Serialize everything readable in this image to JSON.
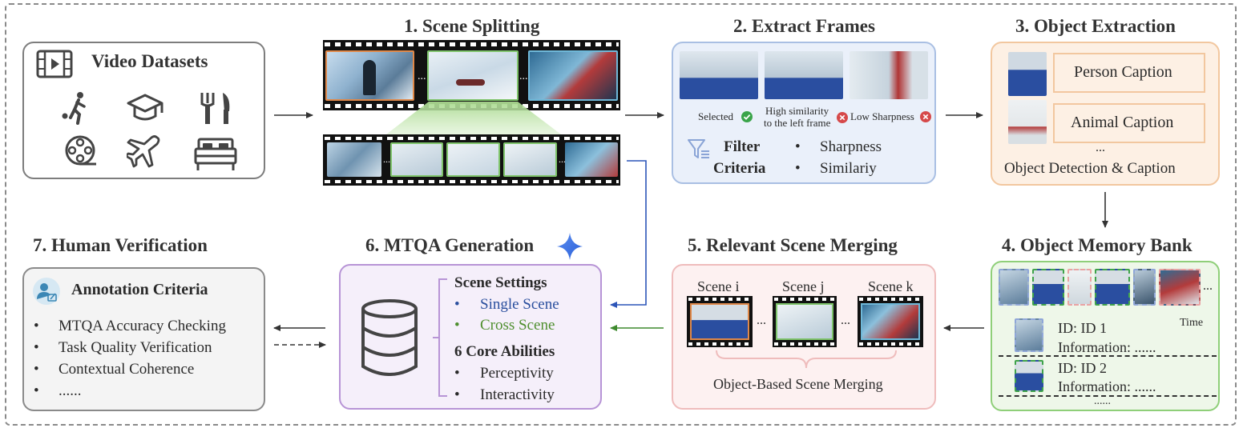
{
  "step1": {
    "title": "1. Scene Splitting",
    "ellipsis_a": "...",
    "ellipsis_b": "...",
    "ellipsis_c": "...",
    "ellipsis_d": "..."
  },
  "video": {
    "title": "Video Datasets",
    "icons": [
      "film-icon",
      "sports-icon",
      "education-icon",
      "food-icon",
      "movie-reel-icon",
      "travel-icon",
      "home-icon"
    ]
  },
  "step2": {
    "title": "2. Extract Frames",
    "selected": "Selected",
    "high_sim_line1": "High similarity",
    "high_sim_line2": "to the left frame",
    "low_sharp": "Low Sharpness",
    "filter_line1": "Filter",
    "filter_line2": "Criteria",
    "criteria": [
      "Sharpness",
      "Similariy"
    ]
  },
  "step3": {
    "title": "3. Object Extraction",
    "person_caption": "Person Caption",
    "animal_caption": "Animal Caption",
    "dots": "...",
    "footer": "Object Detection & Caption"
  },
  "step4": {
    "title": "4. Object Memory Bank",
    "timeline_dots": "...",
    "time_label": "Time",
    "entry1_id": "ID: ID 1",
    "entry1_info": "Information: ......",
    "entry2_id": "ID: ID 2",
    "entry2_info": "Information: ......",
    "more": "......"
  },
  "step5": {
    "title": "5. Relevant Scene Merging",
    "scenes": [
      "Scene i",
      "Scene j",
      "Scene k"
    ],
    "dots_a": "...",
    "dots_b": "...",
    "footer": "Object-Based Scene Merging"
  },
  "step6": {
    "title": "6. MTQA Generation",
    "settings_title": "Scene Settings",
    "single": "Single Scene",
    "cross": "Cross Scene",
    "abilities_title": "6 Core Abilities",
    "ability1": "Perceptivity",
    "ability2": "Interactivity"
  },
  "step7": {
    "title": "7. Human Verification",
    "criteria_title": "Annotation Criteria",
    "items": [
      "MTQA Accuracy Checking",
      "Task Quality Verification",
      "Contextual Coherence",
      "......"
    ]
  },
  "colors": {
    "blue_panel": "#eaf0fa",
    "blue_border": "#a9bfe3",
    "orange_panel": "#fdf0e4",
    "orange_border": "#f2c79f",
    "green_panel": "#eef7e9",
    "green_border": "#8fcf79",
    "pink_panel": "#fdf1f1",
    "pink_border": "#efbcbc",
    "purple_panel": "#f5effa",
    "purple_border": "#b794d6",
    "gray_panel": "#f4f4f4",
    "gray_border": "#8a8a8a",
    "single_scene": "#2a4f9e",
    "cross_scene": "#4f8f2f",
    "link_blue": "#2c55b8",
    "link_green": "#3e8a2e"
  }
}
